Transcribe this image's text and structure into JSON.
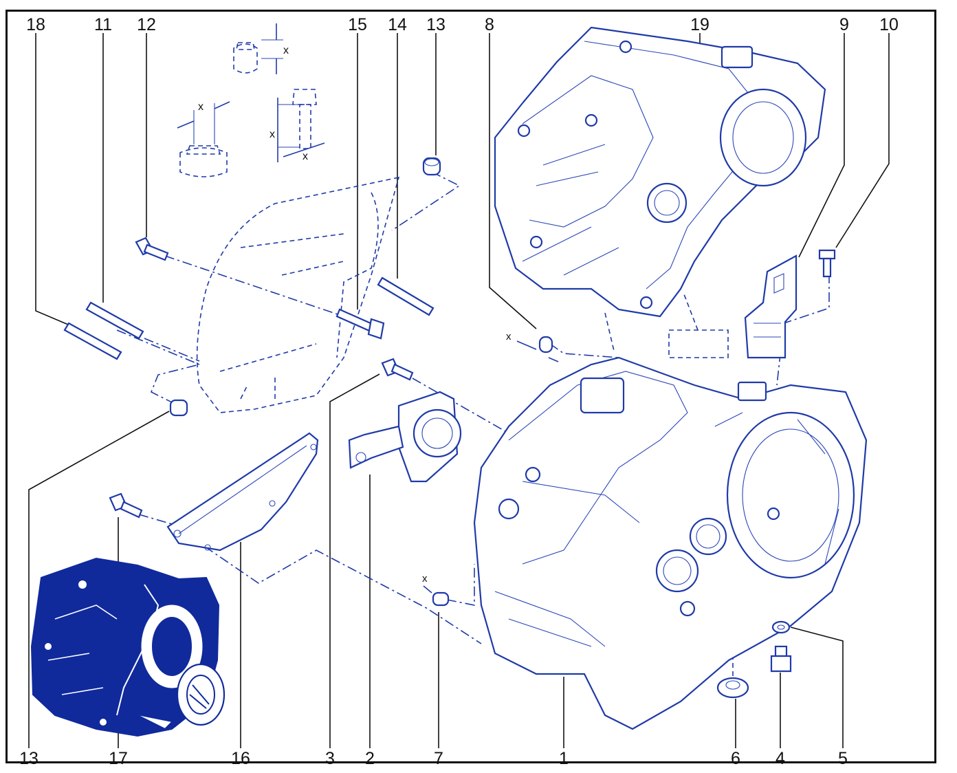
{
  "callouts_top": [
    "18",
    "11",
    "12",
    "15",
    "14",
    "13",
    "8",
    "19",
    "9",
    "10"
  ],
  "callouts_bottom": [
    "13",
    "17",
    "16",
    "3",
    "2",
    "7",
    "1",
    "6",
    "4",
    "5"
  ],
  "dimension_marker": "x",
  "colors": {
    "line": "#1f3aa8",
    "frame": "#111111",
    "fill_dark": "#102a9c"
  }
}
